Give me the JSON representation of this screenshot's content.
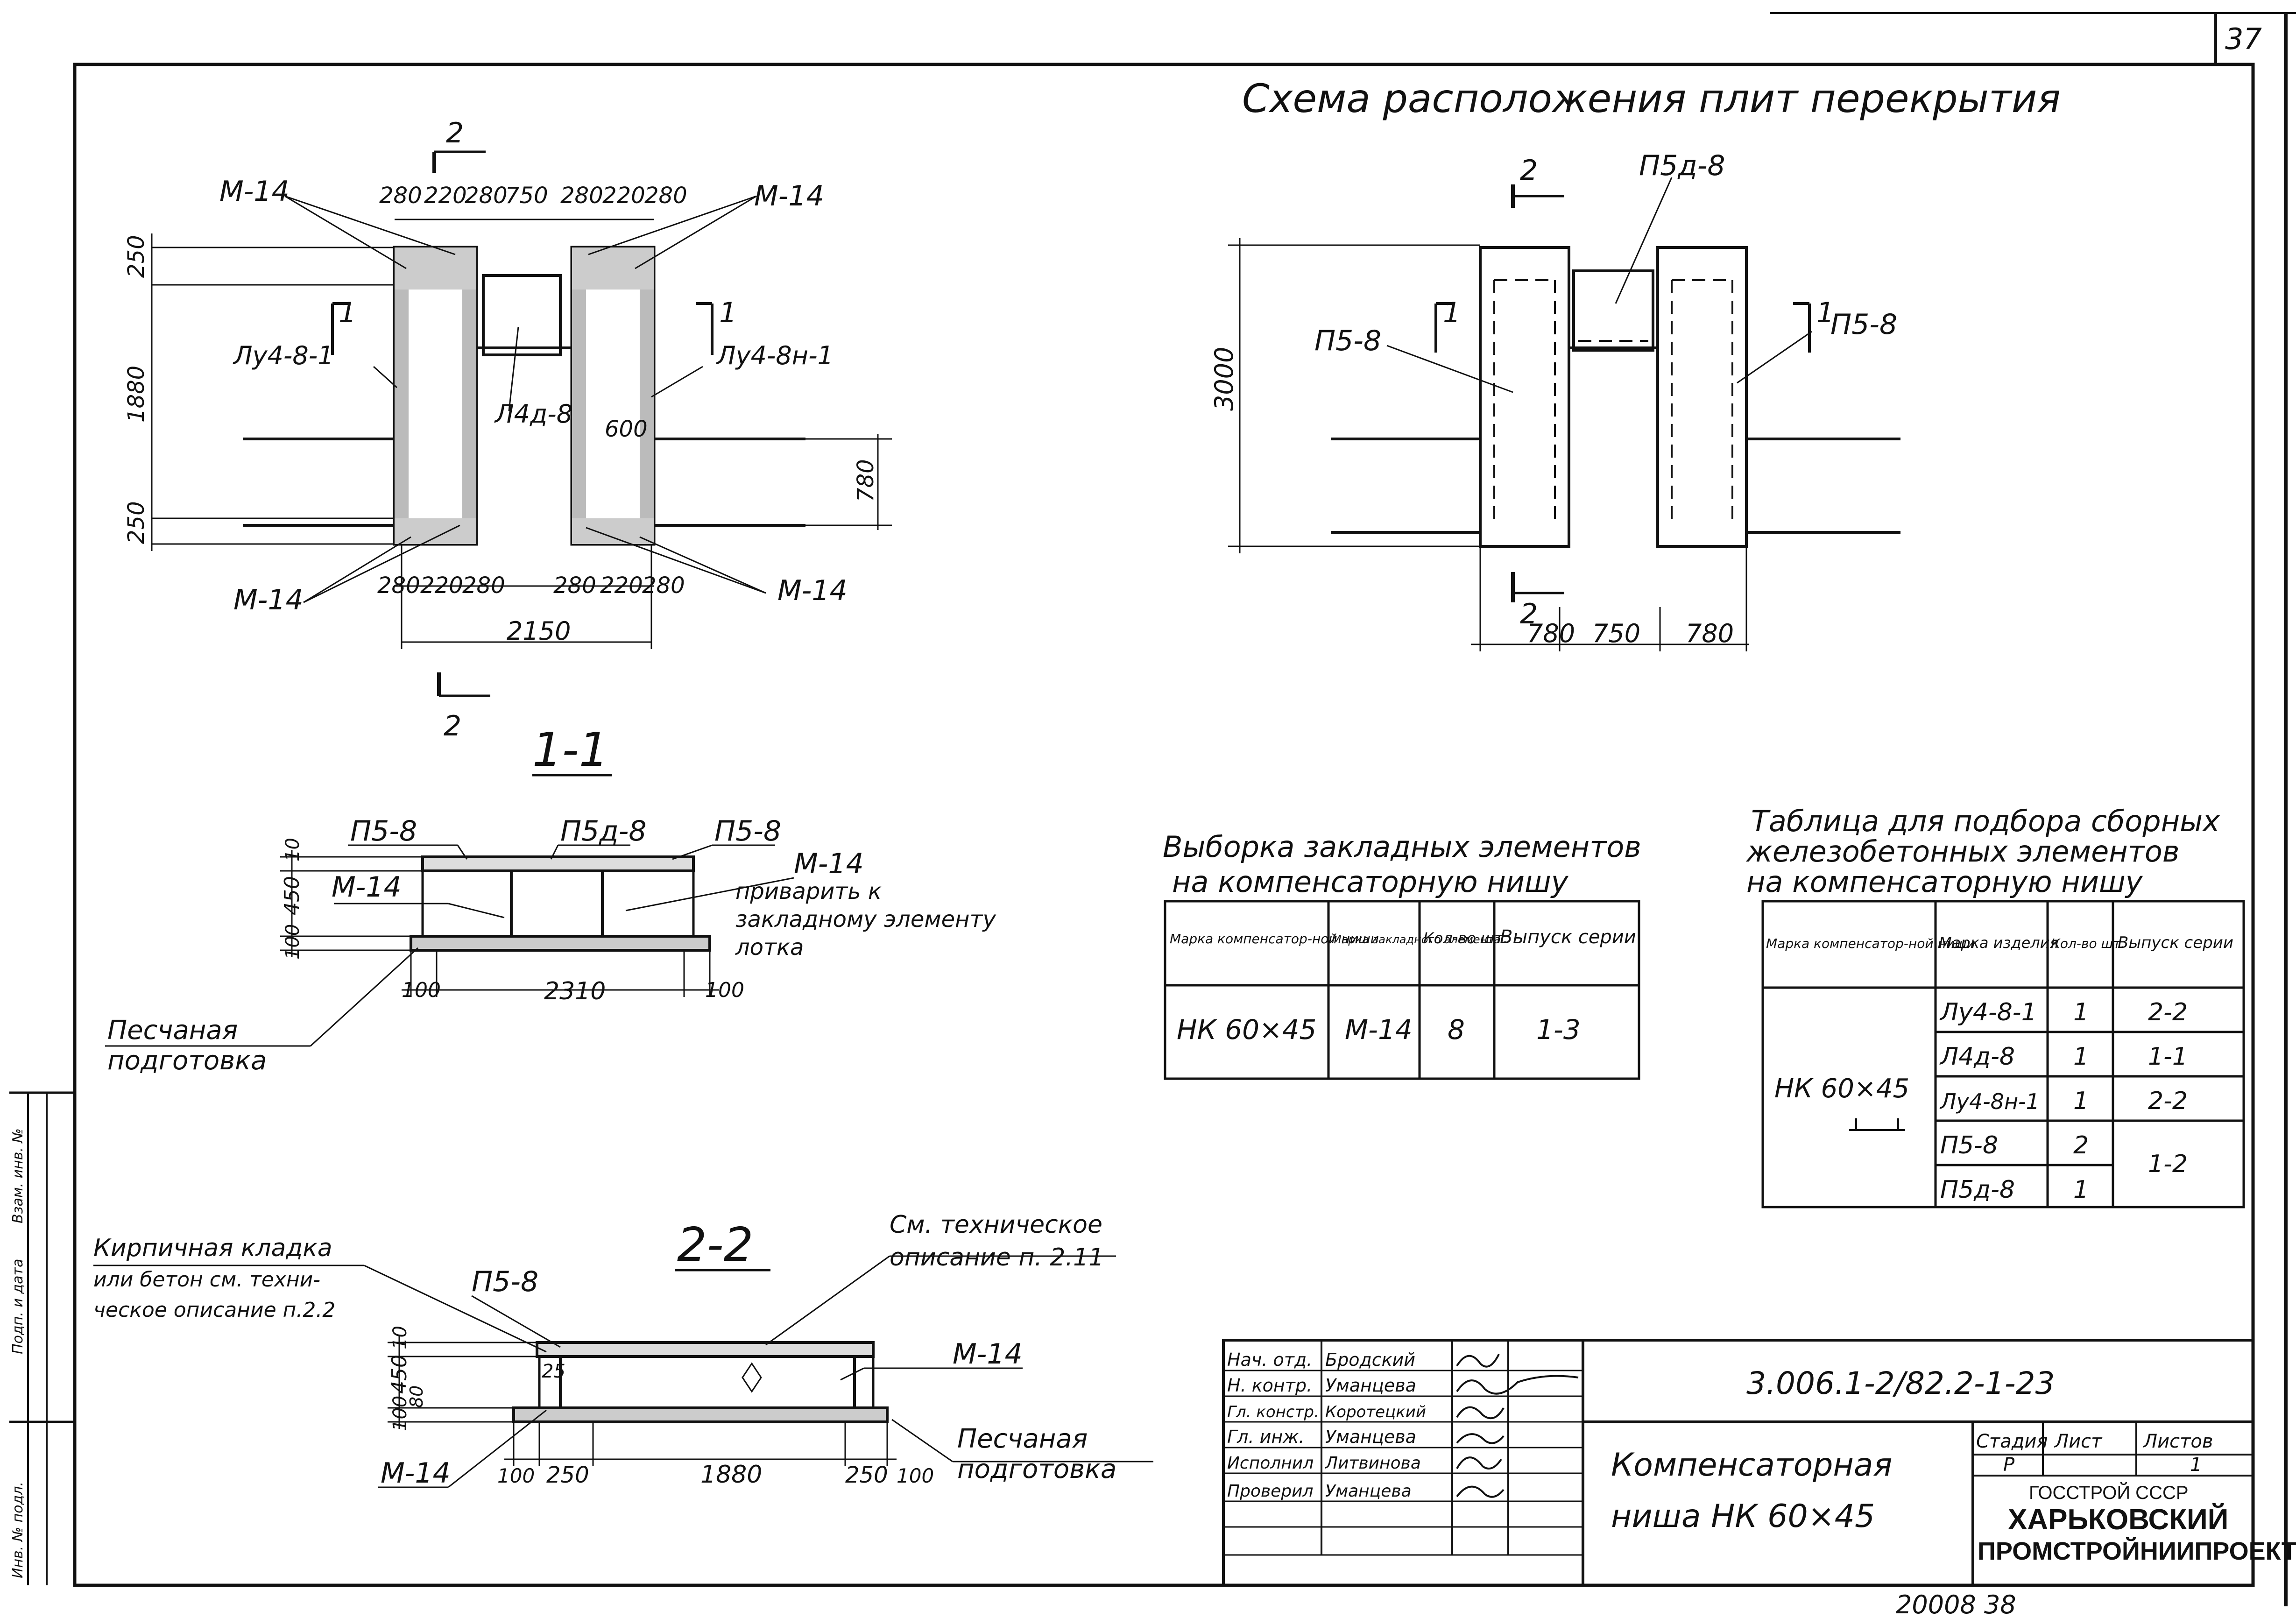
{
  "sheet": {
    "sheet_no": "37",
    "title": "Схема расположения плит перекрытия",
    "bottom_number": "20008 38",
    "margin_labels": [
      "Инв. № подл.",
      "Подп. и дата",
      "Взам. инв. №"
    ]
  },
  "plan": {
    "top_dims": [
      "280",
      "220",
      "280",
      "750",
      "280",
      "220",
      "280"
    ],
    "bottom_dims_left": [
      "280",
      "220",
      "280"
    ],
    "bottom_dims_right": [
      "280",
      "220",
      "280"
    ],
    "total_width": "2150",
    "left_dims": [
      "250",
      "1880",
      "250"
    ],
    "right_dim": "780",
    "inner_dim": "600",
    "m14_tl": "М-14",
    "m14_tr": "М-14",
    "m14_bl": "М-14",
    "m14_br": "М-14",
    "lu48_1": "Лу4-8-1",
    "lu48n_1": "Лу4-8н-1",
    "l4d_8": "Л4д-8",
    "sec_num": "1",
    "sec2_num": "2"
  },
  "scheme": {
    "p5d8": "П5д-8",
    "p58_left": "П5-8",
    "p58_right": "П5-8",
    "height_dim": "3000",
    "bottom_dims": [
      "780",
      "750",
      "780"
    ],
    "sec_num": "1",
    "sec2_num": "2"
  },
  "section11": {
    "title": "1-1",
    "p58_left": "П5-8",
    "p5d8": "П5д-8",
    "p58_right": "П5-8",
    "m14_left": "М-14",
    "m14_right": "М-14",
    "weld_note": [
      "приварить к",
      "закладному элементу",
      "лотка"
    ],
    "sand_label": [
      "Песчаная",
      "подготовка"
    ],
    "dims_vertical": [
      "10",
      "450",
      "100"
    ],
    "dim_100_left": "100",
    "dim_2310": "2310",
    "dim_100_right": "100"
  },
  "section22": {
    "title": "2-2",
    "brick_note": [
      "Кирпичная кладка",
      "или бетон см. техни-",
      "ческое описание п.2.2"
    ],
    "tech_note": [
      "См. техническое",
      "описание п. 2.11"
    ],
    "p58": "П5-8",
    "m14_right": "М-14",
    "m14_left": "М-14",
    "sand_label": [
      "Песчаная",
      "подготовка"
    ],
    "dims_vertical": [
      "10",
      "450",
      "100"
    ],
    "dim_80": "80",
    "dim_25": "25",
    "dims_bottom": [
      "100",
      "250",
      "1880",
      "250",
      "100"
    ]
  },
  "table_embedded": {
    "title": [
      "Выборка закладных элементов",
      "на компенсаторную нишу"
    ],
    "headers": [
      "Марка компенсатор-ной ниши",
      "Марка закладного элемента",
      "Кол-во шт.",
      "Выпуск серии"
    ],
    "rows": [
      [
        "НК 60×45",
        "М-14",
        "8",
        "1-3"
      ]
    ]
  },
  "table_select": {
    "title": [
      "Таблица для подбора сборных",
      "железобетонных элементов",
      "на компенсаторную нишу"
    ],
    "headers": [
      "Марка компенсатор-ной ниши",
      "Марка изделия",
      "Кол-во шт.",
      "Выпуск серии"
    ],
    "niche": "НК 60×45",
    "rows": [
      {
        "item": "Лу4-8-1",
        "qty": "1",
        "series": "2-2"
      },
      {
        "item": "Л4д-8",
        "qty": "1",
        "series": "1-1"
      },
      {
        "item": "Лу4-8н-1",
        "qty": "1",
        "series": "2-2"
      },
      {
        "item": "П5-8",
        "qty": "2",
        "series": "1-2"
      },
      {
        "item": "П5д-8",
        "qty": "1",
        "series": ""
      }
    ]
  },
  "title_block": {
    "code": "3.006.1-2/82.2-1-23",
    "name_line1": "Компенсаторная",
    "name_line2": "ниша НК 60×45",
    "stage_header": "Стадия",
    "sheet_header": "Лист",
    "sheets_header": "Листов",
    "stage": "Р",
    "sheets": "1",
    "org_line1": "ГОССТРОЙ СССР",
    "org_line2": "ХАРЬКОВСКИЙ",
    "org_line3": "ПРОМСТРОЙНИИПРОЕКТ",
    "signers": [
      {
        "role": "Нач. отд.",
        "name": "Бродский"
      },
      {
        "role": "Н. контр.",
        "name": "Уманцева"
      },
      {
        "role": "Гл. констр.",
        "name": "Коротецкий"
      },
      {
        "role": "Гл. инж.",
        "name": "Уманцева"
      },
      {
        "role": "Исполнил",
        "name": "Литвинова"
      },
      {
        "role": "Проверил",
        "name": "Уманцева"
      }
    ]
  }
}
